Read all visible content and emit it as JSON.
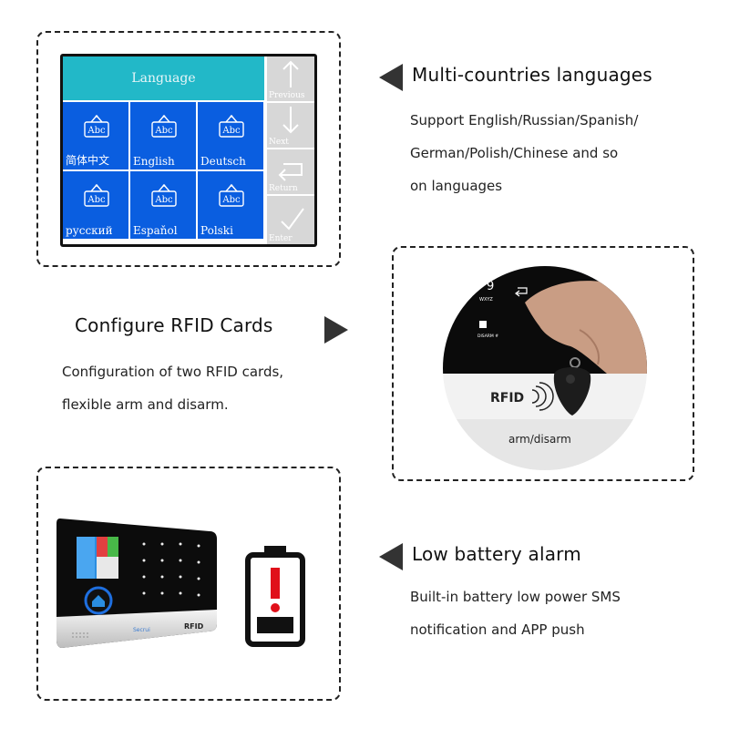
{
  "languages_panel": {
    "header": "Language",
    "cells": [
      "简体中文",
      "English",
      "Deutsch",
      "русский",
      "Espaňol",
      "Polski"
    ],
    "abc_label": "Abc",
    "nav": [
      {
        "label": "Previous",
        "icon": "arrow-up-icon"
      },
      {
        "label": "Next",
        "icon": "arrow-down-icon"
      },
      {
        "label": "Return",
        "icon": "return-arrow-icon"
      },
      {
        "label": "Enter",
        "icon": "checkmark-icon"
      }
    ]
  },
  "section_languages": {
    "title": "Multi-countries languages",
    "desc_lines": [
      "Support English/Russian/Spanish/",
      "German/Polish/Chinese and so",
      "on languages"
    ]
  },
  "section_rfid": {
    "title": "Configure RFID Cards",
    "desc_lines": [
      "Configuration of two RFID cards,",
      "flexible arm and disarm."
    ],
    "device_logo": "RFID",
    "caption": "arm/disarm",
    "key_9": "9",
    "key_9_sub": "WXYZ",
    "disarm_label": "DISARM #"
  },
  "section_battery": {
    "title": "Low battery alarm",
    "desc_lines": [
      "Built-in battery low power SMS",
      "notification and APP push"
    ],
    "device_logo": "RFID",
    "brand": "Secrui"
  },
  "colors": {
    "lcd_header": "#22b8c8",
    "lcd_cell": "#0a5ee0",
    "lcd_nav": "#d7d7d7",
    "battery_alert": "#e0101a"
  }
}
